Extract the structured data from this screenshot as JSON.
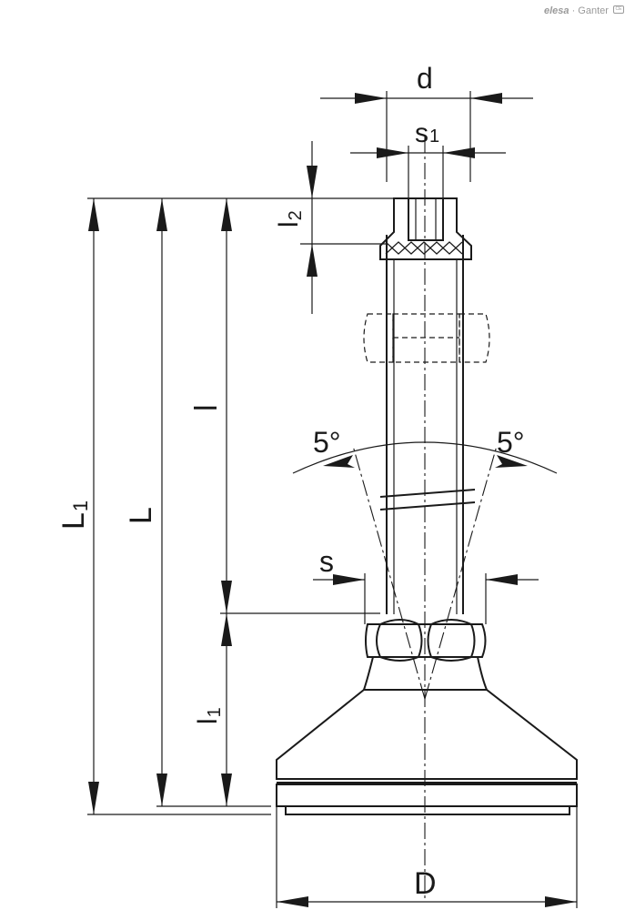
{
  "logo": {
    "brand": "elesa",
    "separator": "·",
    "partner": "Ganter",
    "badge": "CE"
  },
  "labels": {
    "d": "d",
    "s1_main": "s",
    "s1_sub": "1",
    "l2_main": "l",
    "l2_sub": "2",
    "l": "l",
    "angle_left": "5°",
    "angle_right": "5°",
    "s": "s",
    "l1_main": "l",
    "l1_sub": "1",
    "L": "L",
    "L1_main": "L",
    "L1_sub": "1",
    "D": "D"
  }
}
